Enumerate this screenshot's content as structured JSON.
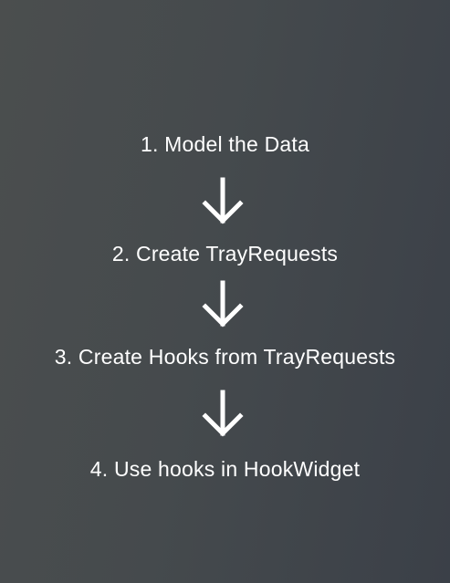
{
  "steps": [
    {
      "label": "1. Model the Data"
    },
    {
      "label": "2. Create TrayRequests"
    },
    {
      "label": "3. Create Hooks from TrayRequests"
    },
    {
      "label": "4. Use hooks in HookWidget"
    }
  ],
  "arrows": [
    {
      "icon": "arrow-down-icon"
    },
    {
      "icon": "arrow-down-icon"
    },
    {
      "icon": "arrow-down-icon"
    }
  ],
  "colors": {
    "text": "#ffffff",
    "arrow": "#ffffff",
    "background_start": "#4b4e4e",
    "background_end": "#3b4048"
  }
}
